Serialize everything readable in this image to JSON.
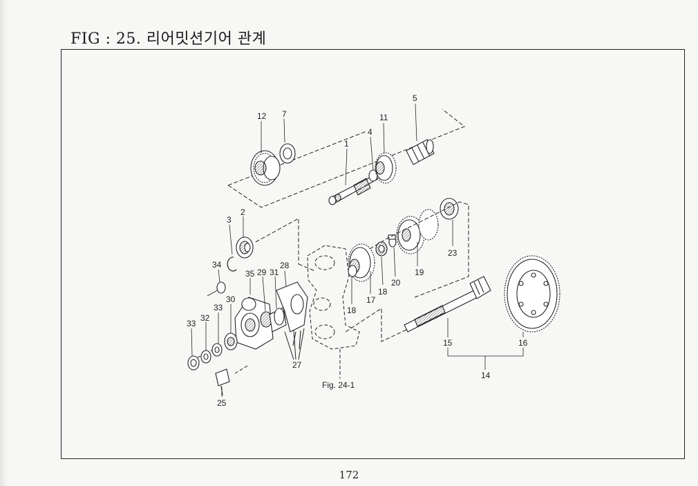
{
  "figure": {
    "title": "FIG : 25. 리어밋션기어 관계",
    "reference": "Fig. 24-1"
  },
  "callouts": {
    "c1": "1",
    "c2": "2",
    "c3": "3",
    "c4": "4",
    "c5": "5",
    "c7": "7",
    "c11": "11",
    "c12": "12",
    "c14": "14",
    "c15": "15",
    "c16": "16",
    "c17": "17",
    "c18a": "18",
    "c18b": "18",
    "c19": "19",
    "c20": "20",
    "c23": "23",
    "c25": "25",
    "c27": "27",
    "c28": "28",
    "c29": "29",
    "c30": "30",
    "c31": "31",
    "c32": "32",
    "c33a": "33",
    "c33b": "33",
    "c34": "34",
    "c35": "35"
  },
  "footer": {
    "page_number": "172"
  }
}
